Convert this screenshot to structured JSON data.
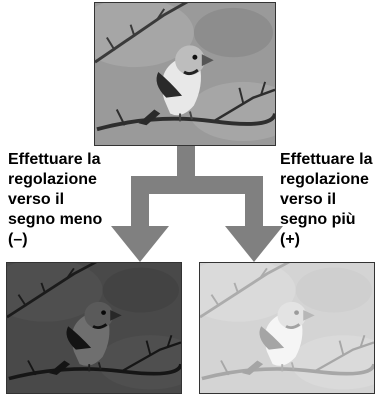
{
  "diagram": {
    "caption_minus": [
      "Effettuare la",
      "regolazione",
      "verso il",
      "segno meno",
      "(–)"
    ],
    "caption_plus": [
      "Effettuare la",
      "regolazione",
      "verso il",
      "segno più",
      "(+)"
    ]
  },
  "colors": {
    "arrow": "#808080",
    "normal_bg": "#9a9a9a",
    "dark_bg": "#4a4a4a",
    "light_bg": "#d6d6d6"
  }
}
